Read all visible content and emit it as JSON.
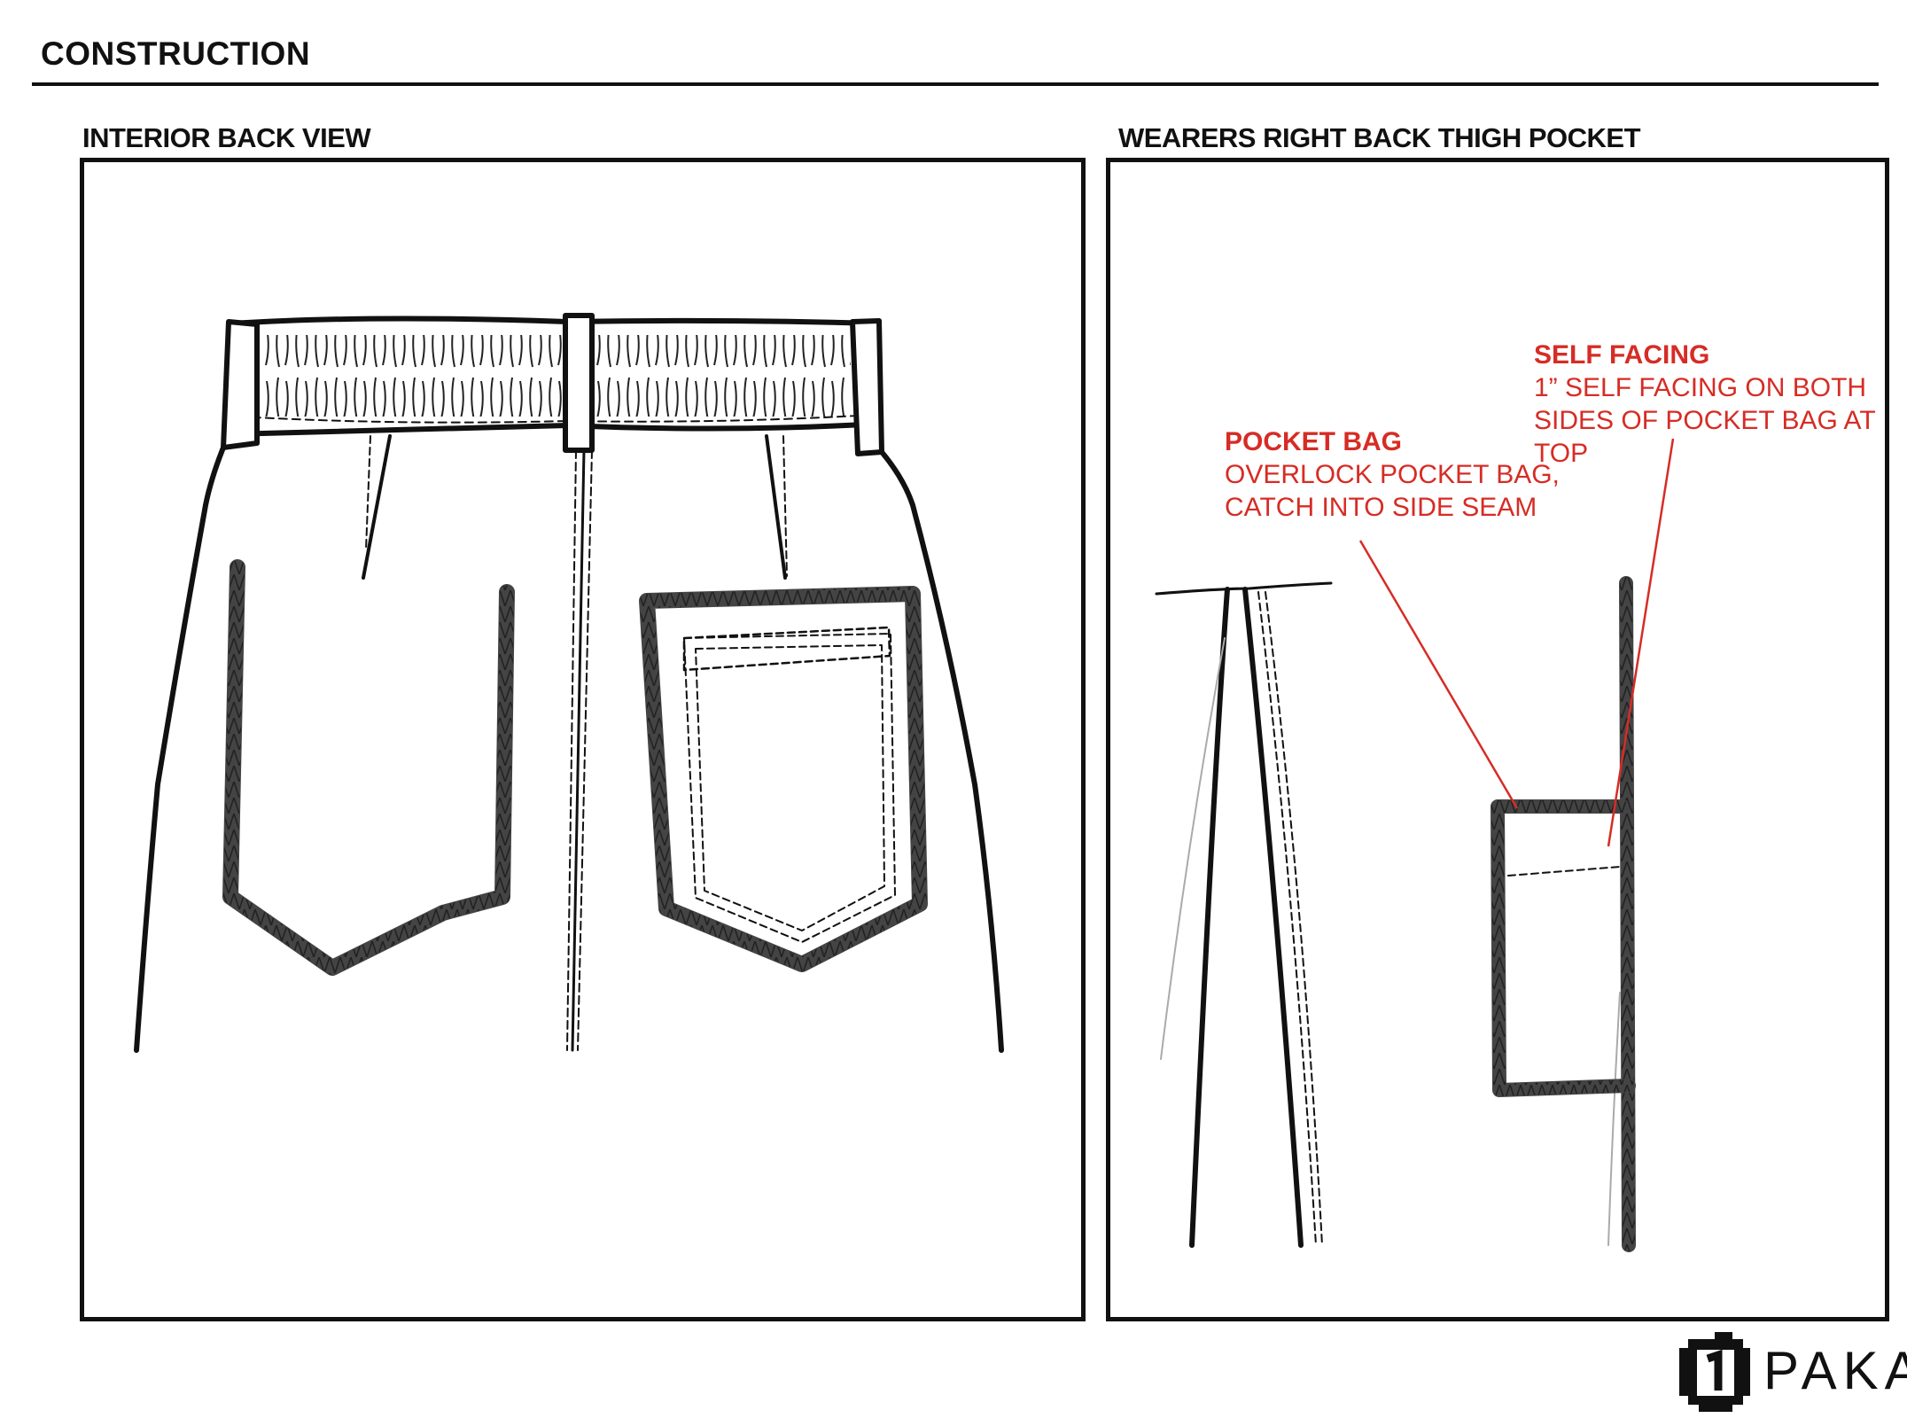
{
  "header": {
    "title": "CONSTRUCTION"
  },
  "left_panel": {
    "label": "INTERIOR BACK VIEW"
  },
  "right_panel": {
    "label": "WEARERS RIGHT BACK THIGH POCKET"
  },
  "callouts": {
    "pocket_bag": {
      "title": "POCKET BAG",
      "lines": [
        "OVERLOCK POCKET BAG,",
        "CATCH INTO SIDE SEAM"
      ]
    },
    "self_facing": {
      "title": "SELF FACING",
      "lines": [
        "1” SELF FACING ON BOTH",
        "SIDES OF POCKET BAG AT TOP"
      ]
    }
  },
  "colors": {
    "callout": "#d62c25",
    "line": "#111111"
  },
  "brand": {
    "name": "PAKA",
    "icon": "paka-logo-icon"
  }
}
